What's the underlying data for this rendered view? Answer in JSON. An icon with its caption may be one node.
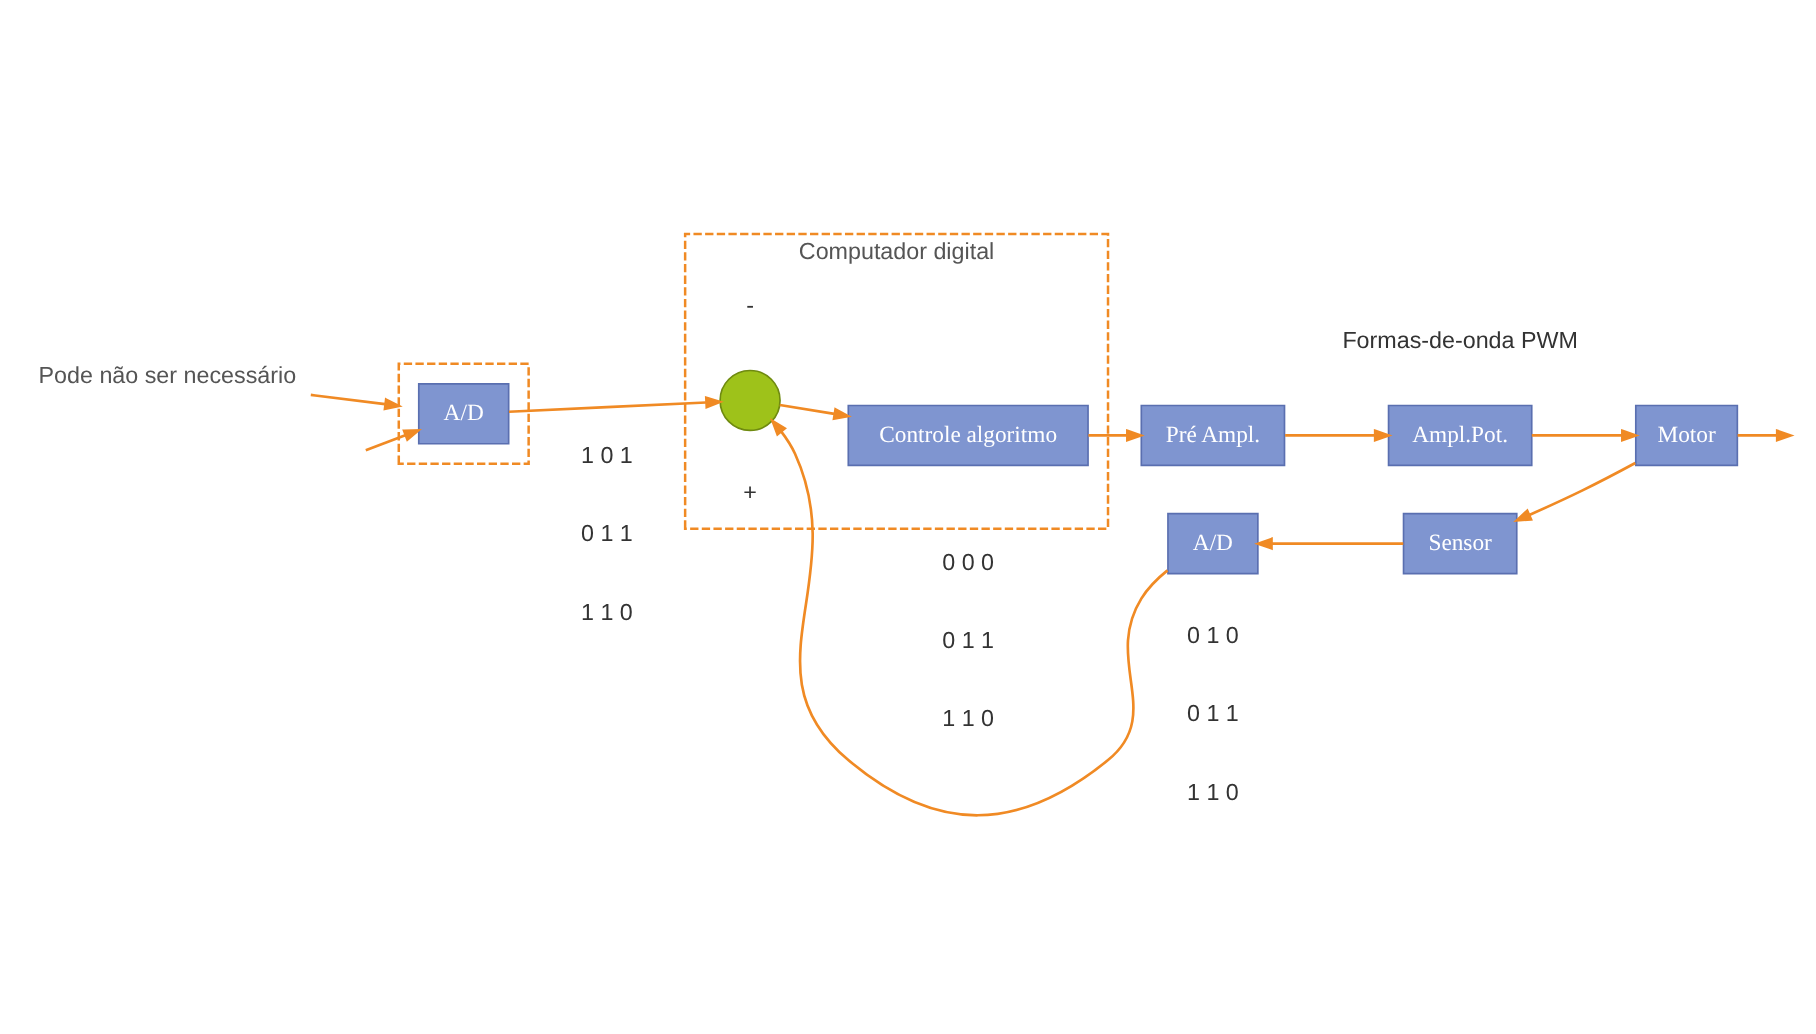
{
  "diagram": {
    "nodes": [
      {
        "text": [],
        "shape": "box"
      },
      {
        "text": [
          "A/D"
        ],
        "in": 0
      },
      {
        "text": [
          "Computador digital"
        ]
      },
      {
        "text": [],
        "shape": "circle",
        "in": 2
      },
      {
        "text": [
          "Controle algoritmo"
        ],
        "in": 2
      },
      {
        "text": [
          "Pré Ampl."
        ]
      },
      {
        "text": [
          "Ampl.Pot."
        ]
      },
      {
        "text": [
          "Motor"
        ]
      },
      {
        "text": [
          "Sensor"
        ]
      },
      {
        "text": [
          "A/D"
        ]
      },
      {
        "text": [
          "Pode não ser necessário"
        ]
      }
    ],
    "edges": [
      {
        "from": null,
        "to": 1,
        "arrow": "to"
      },
      {
        "from": 1,
        "to": 3,
        "arrow": "to"
      },
      {
        "from": 3,
        "to": 4,
        "arrow": "to"
      },
      {
        "from": 4,
        "to": 5,
        "arrow": "to"
      },
      {
        "from": 5,
        "to": 6,
        "arrow": "to"
      },
      {
        "from": 6,
        "to": 7,
        "arrow": "to"
      },
      {
        "from": 7,
        "to": null,
        "arrow": "to"
      },
      {
        "from": 7,
        "to": 8,
        "arrow": "to"
      },
      {
        "from": 8,
        "to": 9,
        "arrow": "to"
      },
      {
        "from": 9,
        "to": 3,
        "arrow": "to"
      },
      {
        "from": 10,
        "to": 0,
        "arrow": "to"
      }
    ],
    "labels": [
      "Formas-de-onda PWM",
      "1 0 1",
      "0 1 1",
      "1 1 0",
      "0 0 0",
      "0 1 1",
      "1 1 0",
      "+",
      "-",
      "0 1 0",
      "0 1 1",
      "1 1 0"
    ]
  }
}
